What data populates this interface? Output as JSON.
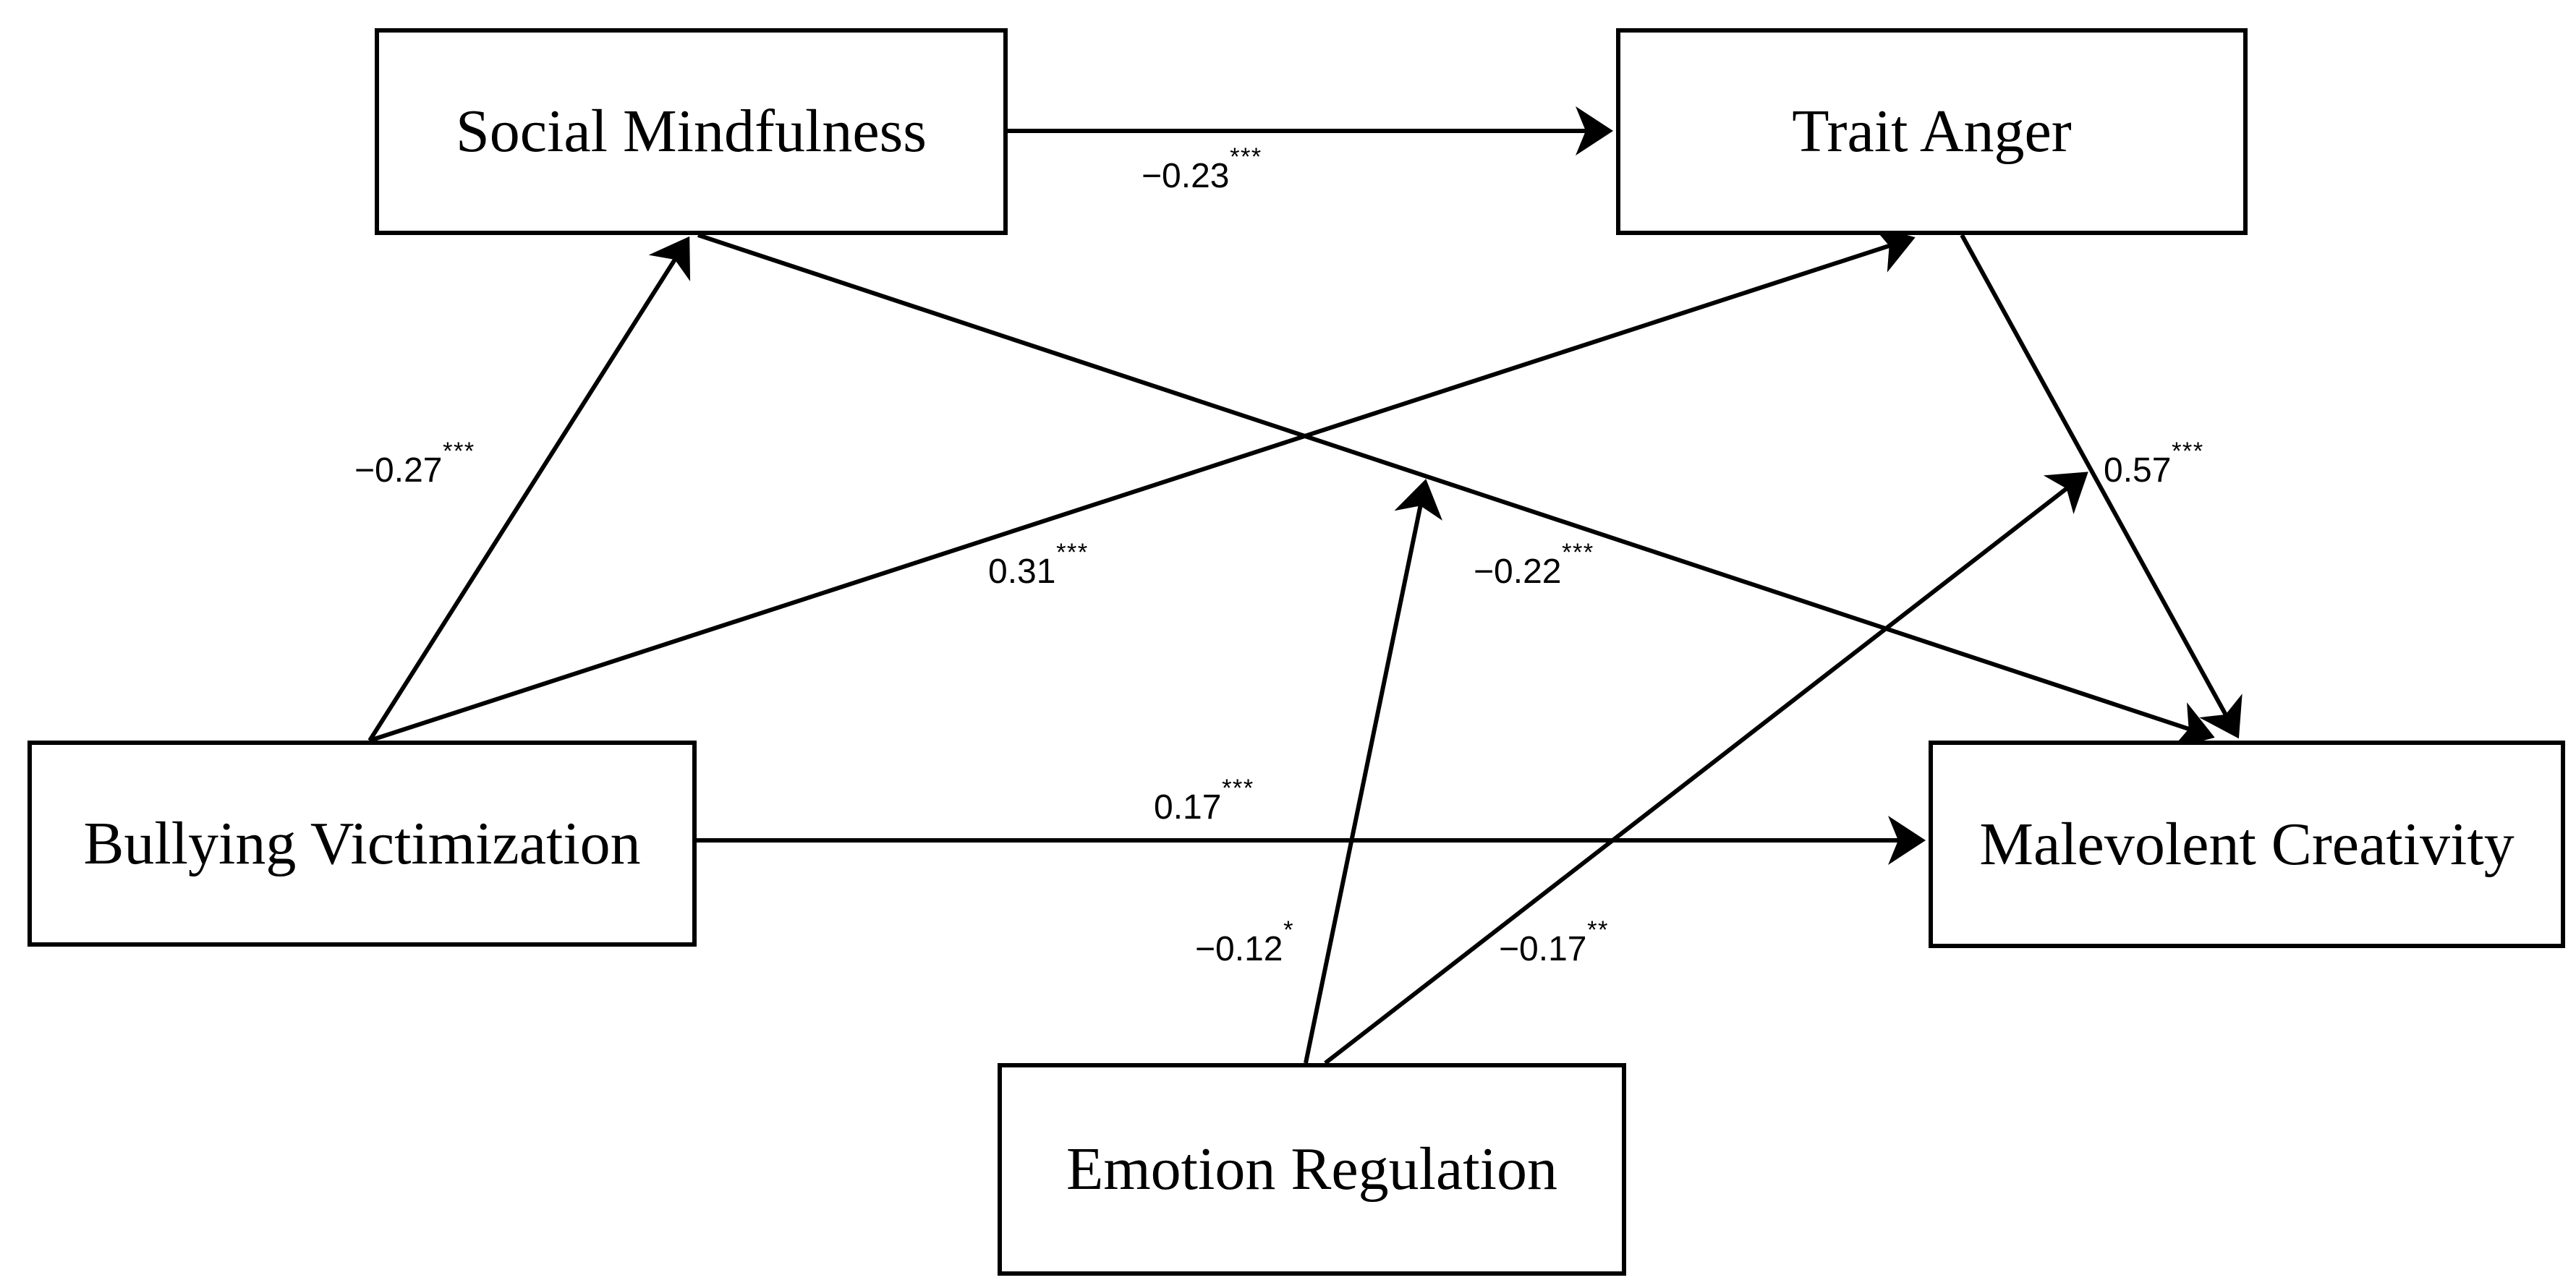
{
  "diagram": {
    "type": "path-model",
    "style": {
      "background": "#ffffff",
      "line_color": "#000000",
      "text_color": "#000000"
    },
    "nodes": [
      {
        "id": "social-mindfulness",
        "label": "Social Mindfulness"
      },
      {
        "id": "trait-anger",
        "label": "Trait Anger"
      },
      {
        "id": "bullying-victimization",
        "label": "Bullying Victimization"
      },
      {
        "id": "malevolent-creativity",
        "label": "Malevolent Creativity"
      },
      {
        "id": "emotion-regulation",
        "label": "Emotion Regulation"
      }
    ],
    "paths": [
      {
        "from": "Social Mindfulness",
        "to": "Trait Anger",
        "coefficient": "−0.23",
        "stars": "***",
        "type": "direct"
      },
      {
        "from": "Bullying Victimization",
        "to": "Social Mindfulness",
        "coefficient": "−0.27",
        "stars": "***",
        "type": "direct"
      },
      {
        "from": "Bullying Victimization",
        "to": "Trait Anger",
        "coefficient": "0.31",
        "stars": "***",
        "type": "direct"
      },
      {
        "from": "Social Mindfulness",
        "to": "Malevolent Creativity",
        "coefficient": "−0.22",
        "stars": "***",
        "type": "direct"
      },
      {
        "from": "Trait Anger",
        "to": "Malevolent Creativity",
        "coefficient": "0.57",
        "stars": "***",
        "type": "direct"
      },
      {
        "from": "Bullying Victimization",
        "to": "Malevolent Creativity",
        "coefficient": "0.17",
        "stars": "***",
        "type": "direct"
      },
      {
        "from": "Emotion Regulation",
        "to": "path: Social Mindfulness → Malevolent Creativity",
        "coefficient": "−0.12",
        "stars": "*",
        "type": "moderation"
      },
      {
        "from": "Emotion Regulation",
        "to": "path: Trait Anger → Malevolent Creativity",
        "coefficient": "−0.17",
        "stars": "**",
        "type": "moderation"
      }
    ]
  }
}
